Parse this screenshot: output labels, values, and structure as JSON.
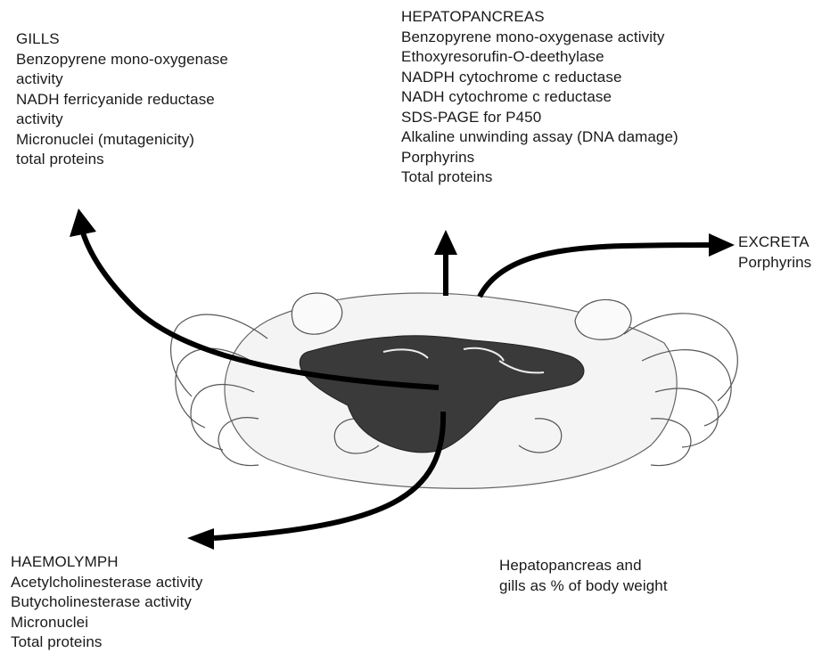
{
  "gills": {
    "heading": "GILLS",
    "lines": [
      "Benzopyrene mono-oxygenase",
      "activity",
      "NADH ferricyanide reductase",
      "activity",
      "Micronuclei (mutagenicity)",
      "total proteins"
    ]
  },
  "hepatopancreas": {
    "heading": "HEPATOPANCREAS",
    "lines": [
      "Benzopyrene mono-oxygenase activity",
      "Ethoxyresorufin-O-deethylase",
      "NADPH cytochrome c reductase",
      "NADH cytochrome c reductase",
      "SDS-PAGE for P450",
      "Alkaline unwinding assay (DNA damage)",
      "Porphyrins",
      "Total proteins"
    ]
  },
  "excreta": {
    "heading": "EXCRETA",
    "lines": [
      "Porphyrins"
    ]
  },
  "haemolymph": {
    "heading": "HAEMOLYMPH",
    "lines": [
      "Acetylcholinesterase activity",
      "Butycholinesterase activity",
      "Micronuclei",
      "Total proteins"
    ]
  },
  "note": {
    "lines": [
      "Hepatopancreas and",
      "gills as % of body weight"
    ]
  }
}
